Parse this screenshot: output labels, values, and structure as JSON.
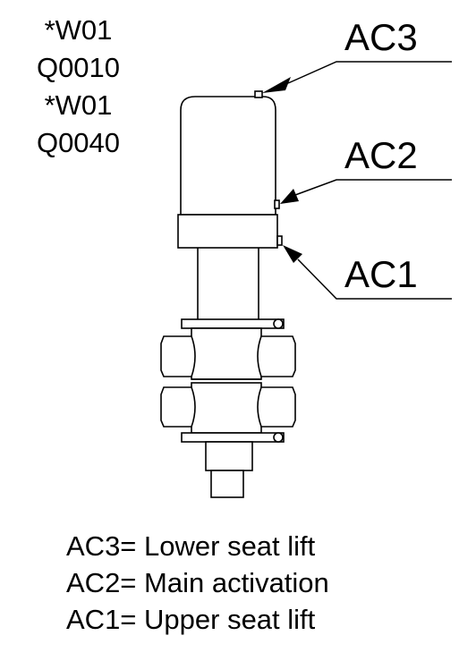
{
  "codes": [
    "*W01",
    "Q0010",
    "*W01",
    "Q0040"
  ],
  "callouts": {
    "ac3": "AC3",
    "ac2": "AC2",
    "ac1": "AC1"
  },
  "legend": [
    "AC3= Lower seat lift",
    "AC2= Main activation",
    "AC1= Upper seat lift"
  ]
}
